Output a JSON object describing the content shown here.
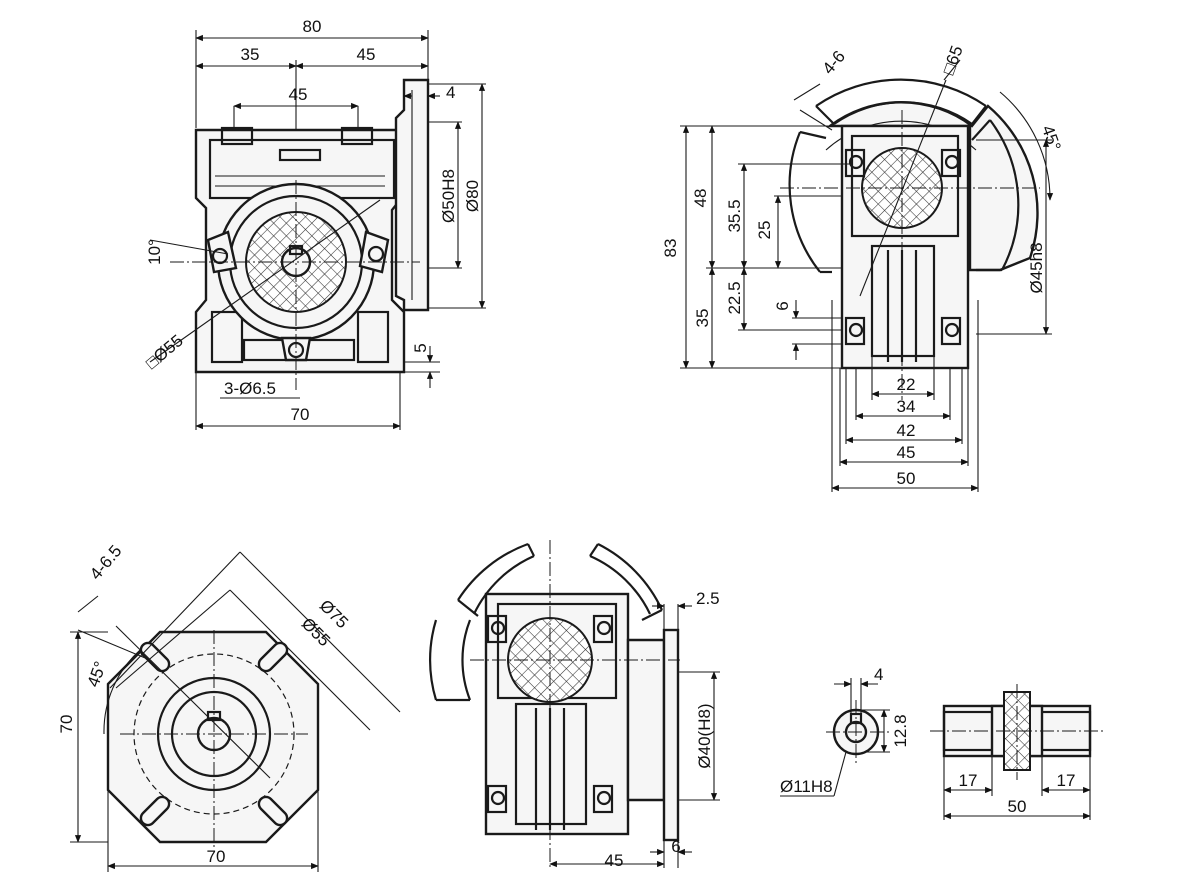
{
  "views": {
    "front": {
      "d80": "80",
      "d35": "35",
      "d45": "45",
      "d45b": "45",
      "d4": "4",
      "d50h8": "Ø50H8",
      "d80dia": "Ø80",
      "a10": "10°",
      "d55": "□Ø55",
      "d5": "5",
      "holes": "3-Ø6.5",
      "d70": "70"
    },
    "side": {
      "d46": "4-6",
      "d65": "□65",
      "a45": "45°",
      "d83": "83",
      "d48": "48",
      "d355": "35.5",
      "d25": "25",
      "d225": "22.5",
      "d6": "6",
      "d35": "35",
      "d45h8": "Ø45h8",
      "d22": "22",
      "d34": "34",
      "d42": "42",
      "d45": "45",
      "d50": "50"
    },
    "flange": {
      "d465": "4-6.5",
      "d75": "Ø75",
      "d55": "Ø55",
      "a45": "45°",
      "d70v": "70",
      "d70h": "70"
    },
    "outputFlange": {
      "d25": "2.5",
      "d40": "Ø40(H8)",
      "d45": "45",
      "d6": "6"
    },
    "shaft": {
      "d4": "4",
      "d128": "12.8",
      "d11": "Ø11H8",
      "d17a": "17",
      "d17b": "17",
      "d50": "50"
    }
  }
}
